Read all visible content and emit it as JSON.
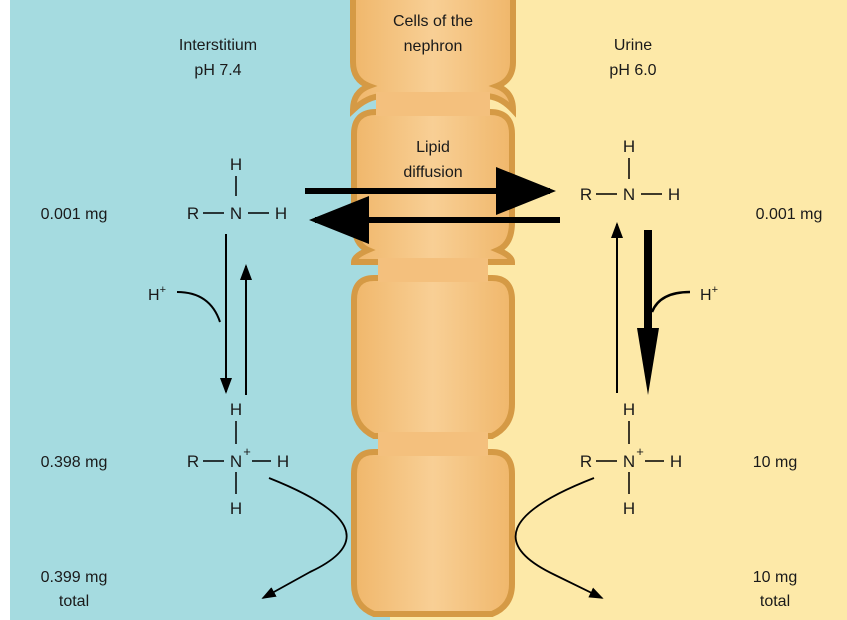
{
  "cells_label": [
    "Cells of the",
    "nephron"
  ],
  "diffusion_label": [
    "Lipid",
    "diffusion"
  ],
  "interstitium": {
    "title": [
      "Interstitium",
      "pH 7.4"
    ],
    "uncharged_amount": "0.001 mg",
    "charged_amount": "0.398 mg",
    "total_amount": [
      "0.399 mg",
      "total"
    ],
    "proton": "H+"
  },
  "urine": {
    "title": [
      "Urine",
      "pH 6.0"
    ],
    "uncharged_amount": "0.001 mg",
    "charged_amount": "10 mg",
    "total_amount": [
      "10 mg",
      "total"
    ],
    "proton": "H+"
  },
  "atoms": {
    "r": "R",
    "n": "N",
    "h": "H",
    "plus": "+"
  },
  "colors": {
    "interstitium_bg": "#a5dbe0",
    "urine_bg": "#fde9a8",
    "cell_fill": "#f4c07d",
    "cell_border": "#d9a04a"
  }
}
